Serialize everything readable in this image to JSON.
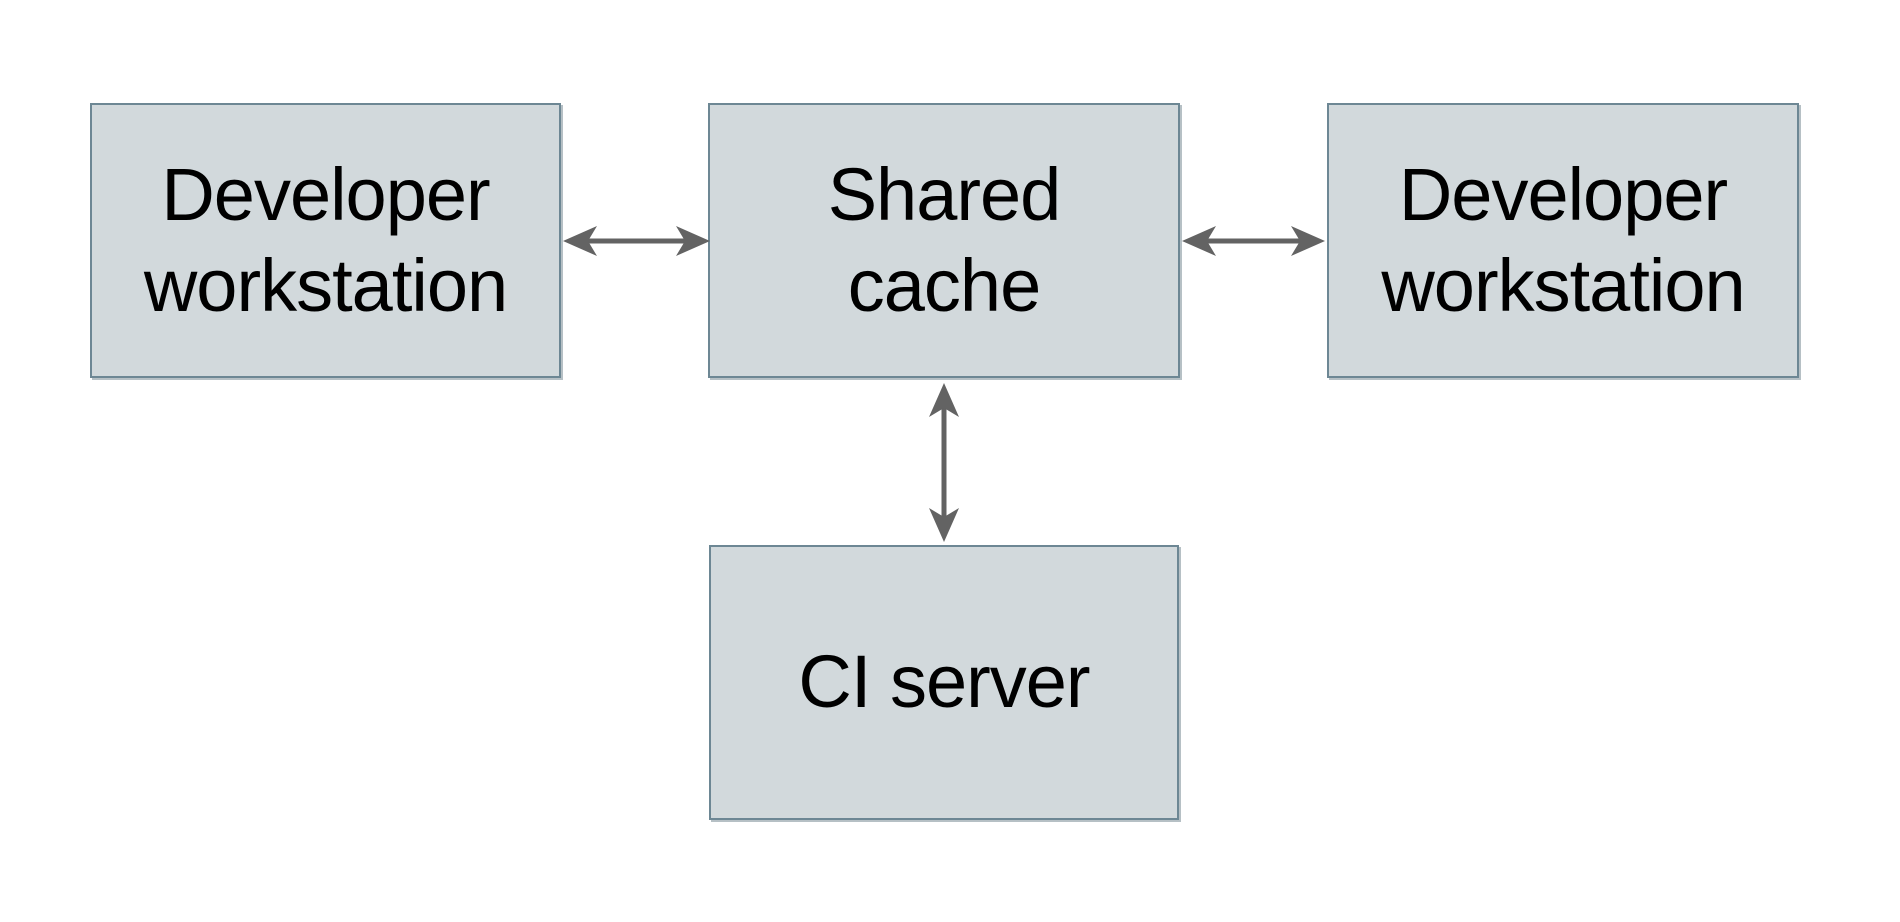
{
  "diagram": {
    "background": "#ffffff",
    "colors": {
      "node_fill": "#d2d9dc",
      "node_border": "#6d8794",
      "node_shadow": "#8fa2ac",
      "arrow": "#636363",
      "text": "#000000"
    },
    "nodes": [
      {
        "id": "developer-workstation-left",
        "label_line1": "Developer",
        "label_line2": "workstation"
      },
      {
        "id": "shared-cache",
        "label_line1": "Shared",
        "label_line2": "cache"
      },
      {
        "id": "developer-workstation-right",
        "label_line1": "Developer",
        "label_line2": "workstation"
      },
      {
        "id": "ci-server",
        "label_line1": "CI server"
      }
    ],
    "edges": [
      {
        "from": "developer-workstation-left",
        "to": "shared-cache",
        "direction": "bidirectional",
        "orientation": "horizontal"
      },
      {
        "from": "shared-cache",
        "to": "developer-workstation-right",
        "direction": "bidirectional",
        "orientation": "horizontal"
      },
      {
        "from": "shared-cache",
        "to": "ci-server",
        "direction": "bidirectional",
        "orientation": "vertical"
      }
    ]
  }
}
